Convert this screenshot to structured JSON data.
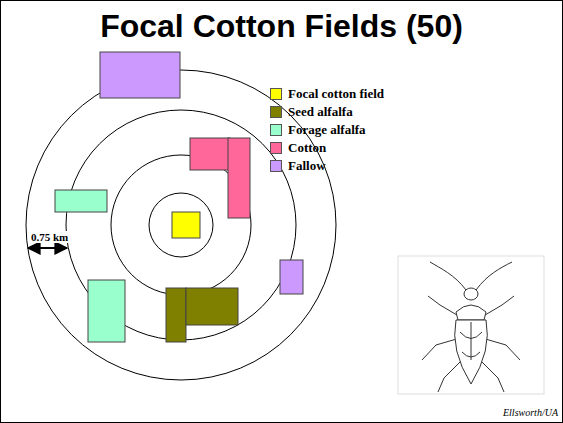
{
  "diagram": {
    "title": "Focal Cotton Fields (50)",
    "labels": [
      "0.75 km",
      "Ellsworth/UA"
    ],
    "legend": [
      {
        "text": "Focal cotton field",
        "color": "#ffff00"
      },
      {
        "text": "Seed alfalfa",
        "color": "#7f7f00"
      },
      {
        "text": "Forage alfalfa",
        "color": "#99ffcc"
      },
      {
        "text": "Cotton",
        "color": "#ff6699"
      },
      {
        "text": "Fallow",
        "color": "#cc99ff"
      }
    ]
  }
}
